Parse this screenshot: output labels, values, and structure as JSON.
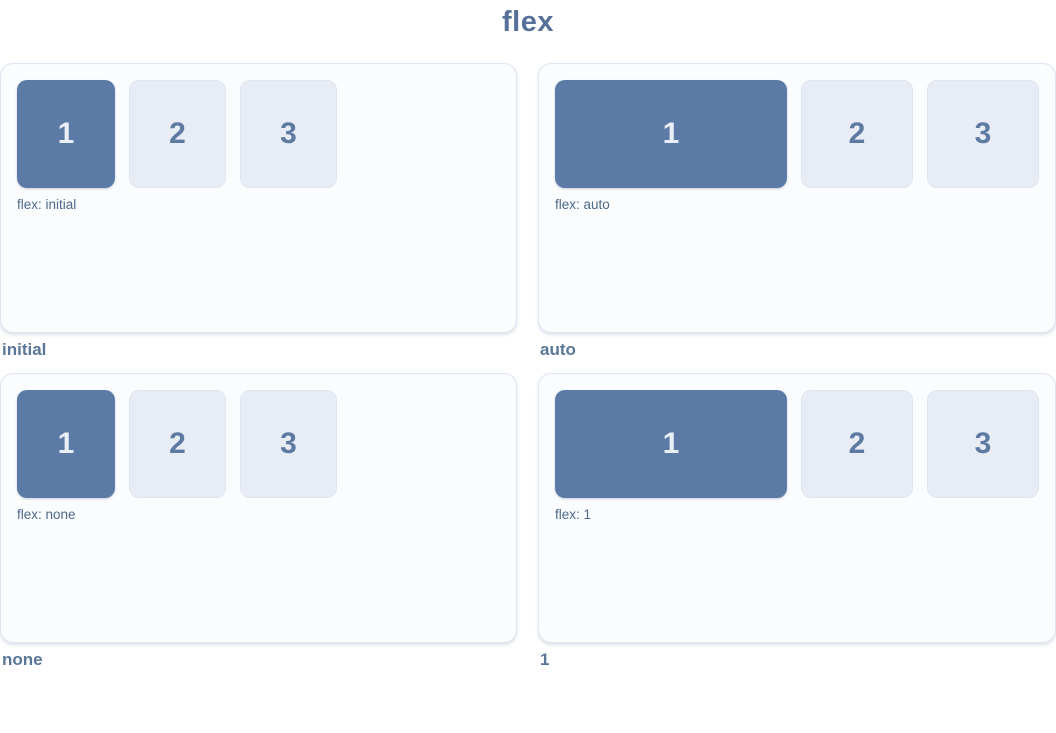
{
  "title": "flex",
  "colors": {
    "accent": "#5b7aa6",
    "box_light": "#e8ecf5",
    "box_light_border": "#dfe5f1",
    "box_light_text": "#5d7aa2",
    "box_dark_text": "#e9eef7",
    "panel_bg": "#fbfcfe",
    "panel_border": "#dde5f1",
    "label": "#4e688c",
    "caption": "#5a7699",
    "title_color": "#567099"
  },
  "panels": [
    {
      "caption": "initial",
      "label": "flex: initial",
      "boxes": [
        "1",
        "2",
        "3"
      ],
      "box1_wide": false
    },
    {
      "caption": "auto",
      "label": "flex: auto",
      "boxes": [
        "1",
        "2",
        "3"
      ],
      "box1_wide": true
    },
    {
      "caption": "none",
      "label": "flex: none",
      "boxes": [
        "1",
        "2",
        "3"
      ],
      "box1_wide": false
    },
    {
      "caption": "1",
      "label": "flex: 1",
      "boxes": [
        "1",
        "2",
        "3"
      ],
      "box1_wide": true
    }
  ]
}
